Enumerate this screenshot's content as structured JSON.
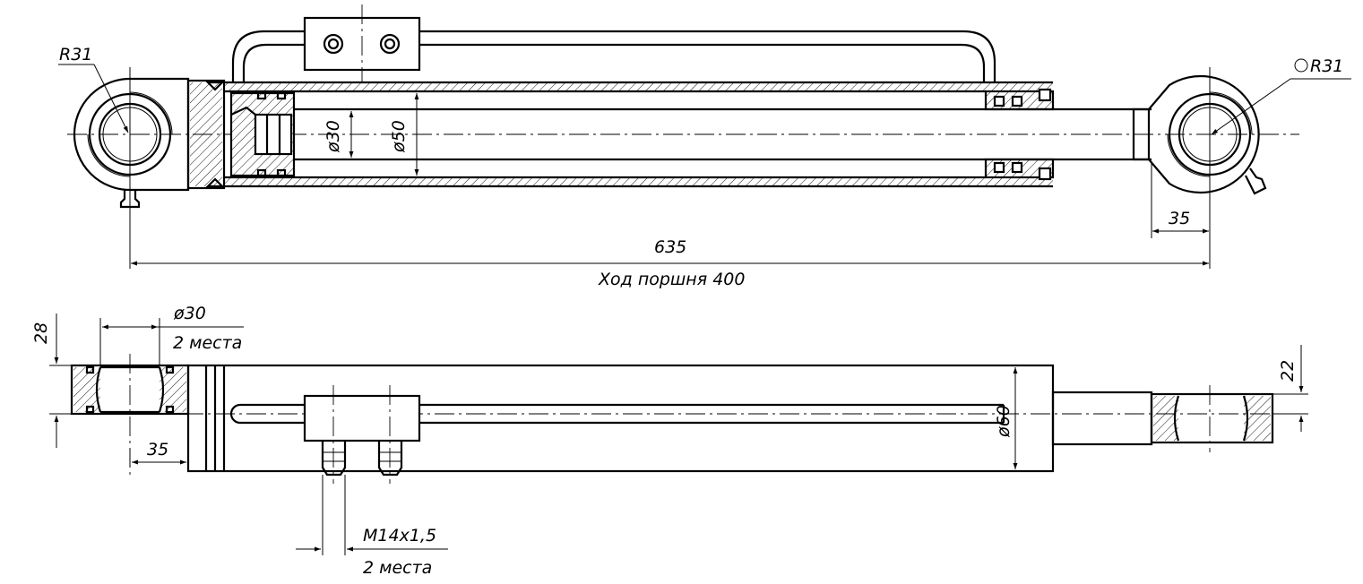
{
  "drawing": {
    "top_view": {
      "label_r31_left": "R31",
      "label_r31_right": "R31",
      "label_d30": "ø30",
      "label_d50": "ø50",
      "dim_35": "35",
      "dim_635": "635",
      "stroke_caption": "Ход поршня 400"
    },
    "side_view": {
      "dim_d30": "ø30",
      "note_2_places_top": "2 места",
      "dim_28": "28",
      "dim_35": "35",
      "dim_d60": "ø60",
      "dim_22": "22",
      "dim_thread": "M14x1,5",
      "note_2_places_bottom": "2 места"
    }
  }
}
